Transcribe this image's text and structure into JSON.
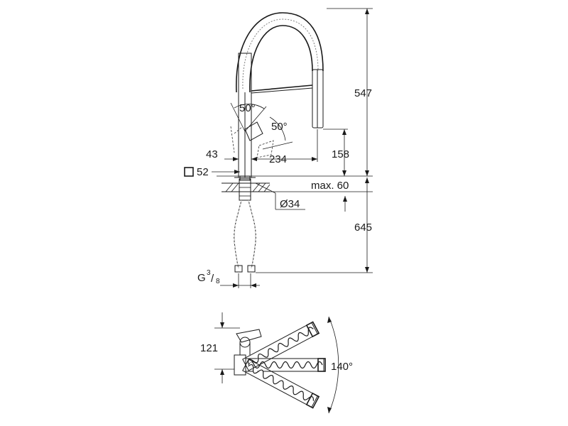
{
  "dimensions": {
    "upper_height": "547",
    "lower_height": "645",
    "hose_drop": "158",
    "reach": "234",
    "base_offset": "43",
    "base_square": "52",
    "deck_thickness": "max. 60",
    "hole_diameter": "Ø34",
    "connector_g": "G",
    "connector_num": "3",
    "connector_den": "8",
    "spout_angle_1": "50°",
    "spout_angle_2": "50°",
    "plan_depth": "121",
    "swivel_angle": "140°"
  }
}
